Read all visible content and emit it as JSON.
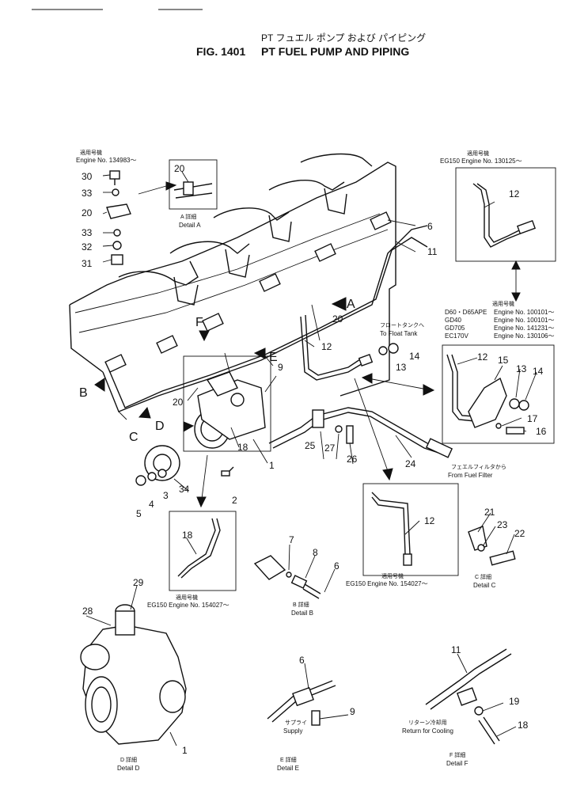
{
  "header": {
    "jp_title": "PT フュエル ポンプ および パイピング",
    "fig_label": "FIG. 1401",
    "en_title": "PT FUEL PUMP AND PIPING"
  },
  "applicability": {
    "eng134983_label": "適用号機",
    "eng134983_value": "Engine No. 134983～",
    "eg150_top_label": "適用号機",
    "eg150_top_value": "EG150 Engine No. 130125～",
    "model_label": "適用号機",
    "models": [
      {
        "model": "D60・D65APE",
        "engine": "Engine No. 100101～"
      },
      {
        "model": "GD40",
        "engine": "Engine No. 100101～"
      },
      {
        "model": "GD705",
        "engine": "Engine No. 141231～"
      },
      {
        "model": "EC170V",
        "engine": "Engine No. 130106～"
      }
    ],
    "eg150_bottom_left_label": "適用号機",
    "eg150_bottom_left_value": "EG150 Engine No. 154027～",
    "eg150_bottom_right_label": "適用号機",
    "eg150_bottom_right_value": "EG150 Engine No. 154027～"
  },
  "notes": {
    "float_tank_jp": "フロートタンクへ",
    "float_tank_en": "To Float Tank",
    "fuel_filter_jp": "フェエルフィルタから",
    "fuel_filter_en": "From Fuel Filter"
  },
  "details": {
    "a_jp": "A 詳細",
    "a_en": "Detail A",
    "b_jp": "B 詳細",
    "b_en": "Detail B",
    "c_jp": "C 詳細",
    "c_en": "Detail C",
    "d_jp": "D 詳細",
    "d_en": "Detail D",
    "e_jp": "サプライ",
    "e_en": "Supply",
    "e_det_jp": "E 詳細",
    "e_det_en": "Detail E",
    "f_jp": "リターン冷却用",
    "f_en": "Return for Cooling",
    "f_det_jp": "F 詳細",
    "f_det_en": "Detail F"
  },
  "view_letters": {
    "a": "A",
    "b": "B",
    "c": "C",
    "d": "D",
    "e": "E",
    "f": "F"
  },
  "part_numbers": {
    "p1": "1",
    "p2": "2",
    "p3": "3",
    "p4": "4",
    "p5": "5",
    "p6": "6",
    "p7": "7",
    "p8": "8",
    "p9": "9",
    "p11": "11",
    "p12": "12",
    "p13": "13",
    "p14": "14",
    "p15": "15",
    "p16": "16",
    "p17": "17",
    "p18": "18",
    "p19": "19",
    "p20": "20",
    "p21": "21",
    "p22": "22",
    "p23": "23",
    "p24": "24",
    "p25": "25",
    "p26": "26",
    "p27": "27",
    "p28": "28",
    "p29": "29",
    "p30": "30",
    "p31": "31",
    "p32": "32",
    "p33": "33",
    "p34": "34"
  }
}
